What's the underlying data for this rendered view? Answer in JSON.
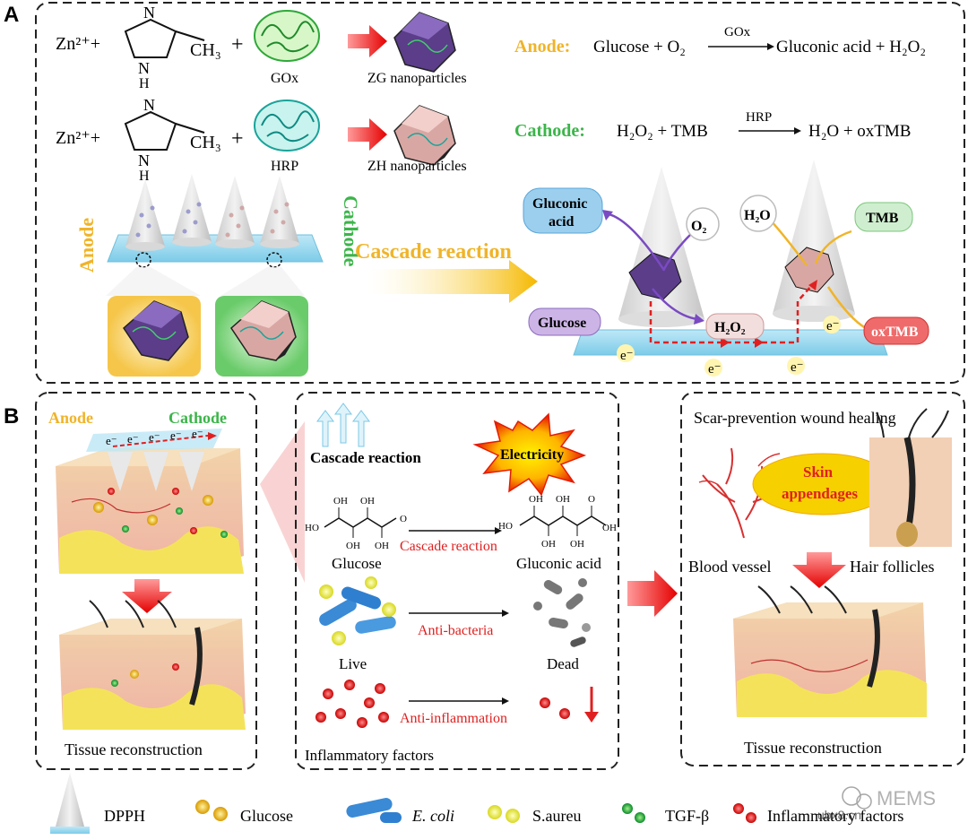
{
  "panelA": {
    "label": "A",
    "row1": {
      "zn": "Zn²⁺+",
      "ch3": "CH₃",
      "nh": "N",
      "nh2": "H",
      "plus": "+",
      "enzyme": "GOx",
      "product": "ZG nanoparticles"
    },
    "row2": {
      "zn": "Zn²⁺+",
      "ch3": "CH₃",
      "nh": "N",
      "nh2": "H",
      "plus": "+",
      "enzyme": "HRP",
      "product": "ZH nanoparticles"
    },
    "anode_eq": {
      "label": "Anode:",
      "left": "Glucose + O₂",
      "cat": "GOx",
      "right": "Gluconic acid  + H₂O₂"
    },
    "cathode_eq": {
      "label": "Cathode:",
      "left": "H₂O₂ + TMB",
      "cat": "HRP",
      "right": "H₂O  +  oxTMB"
    },
    "anode_side": "Anode",
    "cathode_side": "Cathode",
    "cascade": "Cascade reaction",
    "bubbles": {
      "gluconic1": "Gluconic",
      "gluconic2": "acid",
      "o2": "O₂",
      "h2o": "H₂O",
      "tmb": "TMB",
      "glucose": "Glucose",
      "h2o2": "H₂O₂",
      "oxtmb": "oxTMB",
      "e": "e⁻"
    }
  },
  "panelB": {
    "label": "B",
    "left": {
      "anode": "Anode",
      "cathode": "Cathode",
      "e": "e⁻",
      "caption": "Tissue reconstruction"
    },
    "mid": {
      "cascade": "Cascade reaction",
      "electricity": "Electricity",
      "glucose": "Glucose",
      "cascade_red": "Cascade reaction",
      "gluconic": "Gluconic acid",
      "live": "Live",
      "anti_bacteria": "Anti-bacteria",
      "dead": "Dead",
      "anti_inflammation": "Anti-inflammation",
      "inflammatory": "Inflammatory factors",
      "chem": {
        "oh": "OH",
        "ho": "HO",
        "o": "O"
      }
    },
    "right": {
      "title": "Scar-prevention wound healing",
      "skin1": "Skin",
      "skin2": "appendages",
      "blood": "Blood vessel",
      "hair": "Hair follicles",
      "caption": "Tissue reconstruction"
    }
  },
  "legend": {
    "dpph": "DPPH",
    "glucose": "Glucose",
    "ecoli": "E. coli",
    "saureu": "S.aureu",
    "tgf": "TGF-β",
    "inflam": "Inflammatory factors"
  },
  "watermark": {
    "brand": "MEMS",
    "site": "ubx8.cn"
  },
  "colors": {
    "anode": "#f0b429",
    "cathode": "#3cb54a",
    "red": "#e02020",
    "purple": "#6a4a9a"
  }
}
